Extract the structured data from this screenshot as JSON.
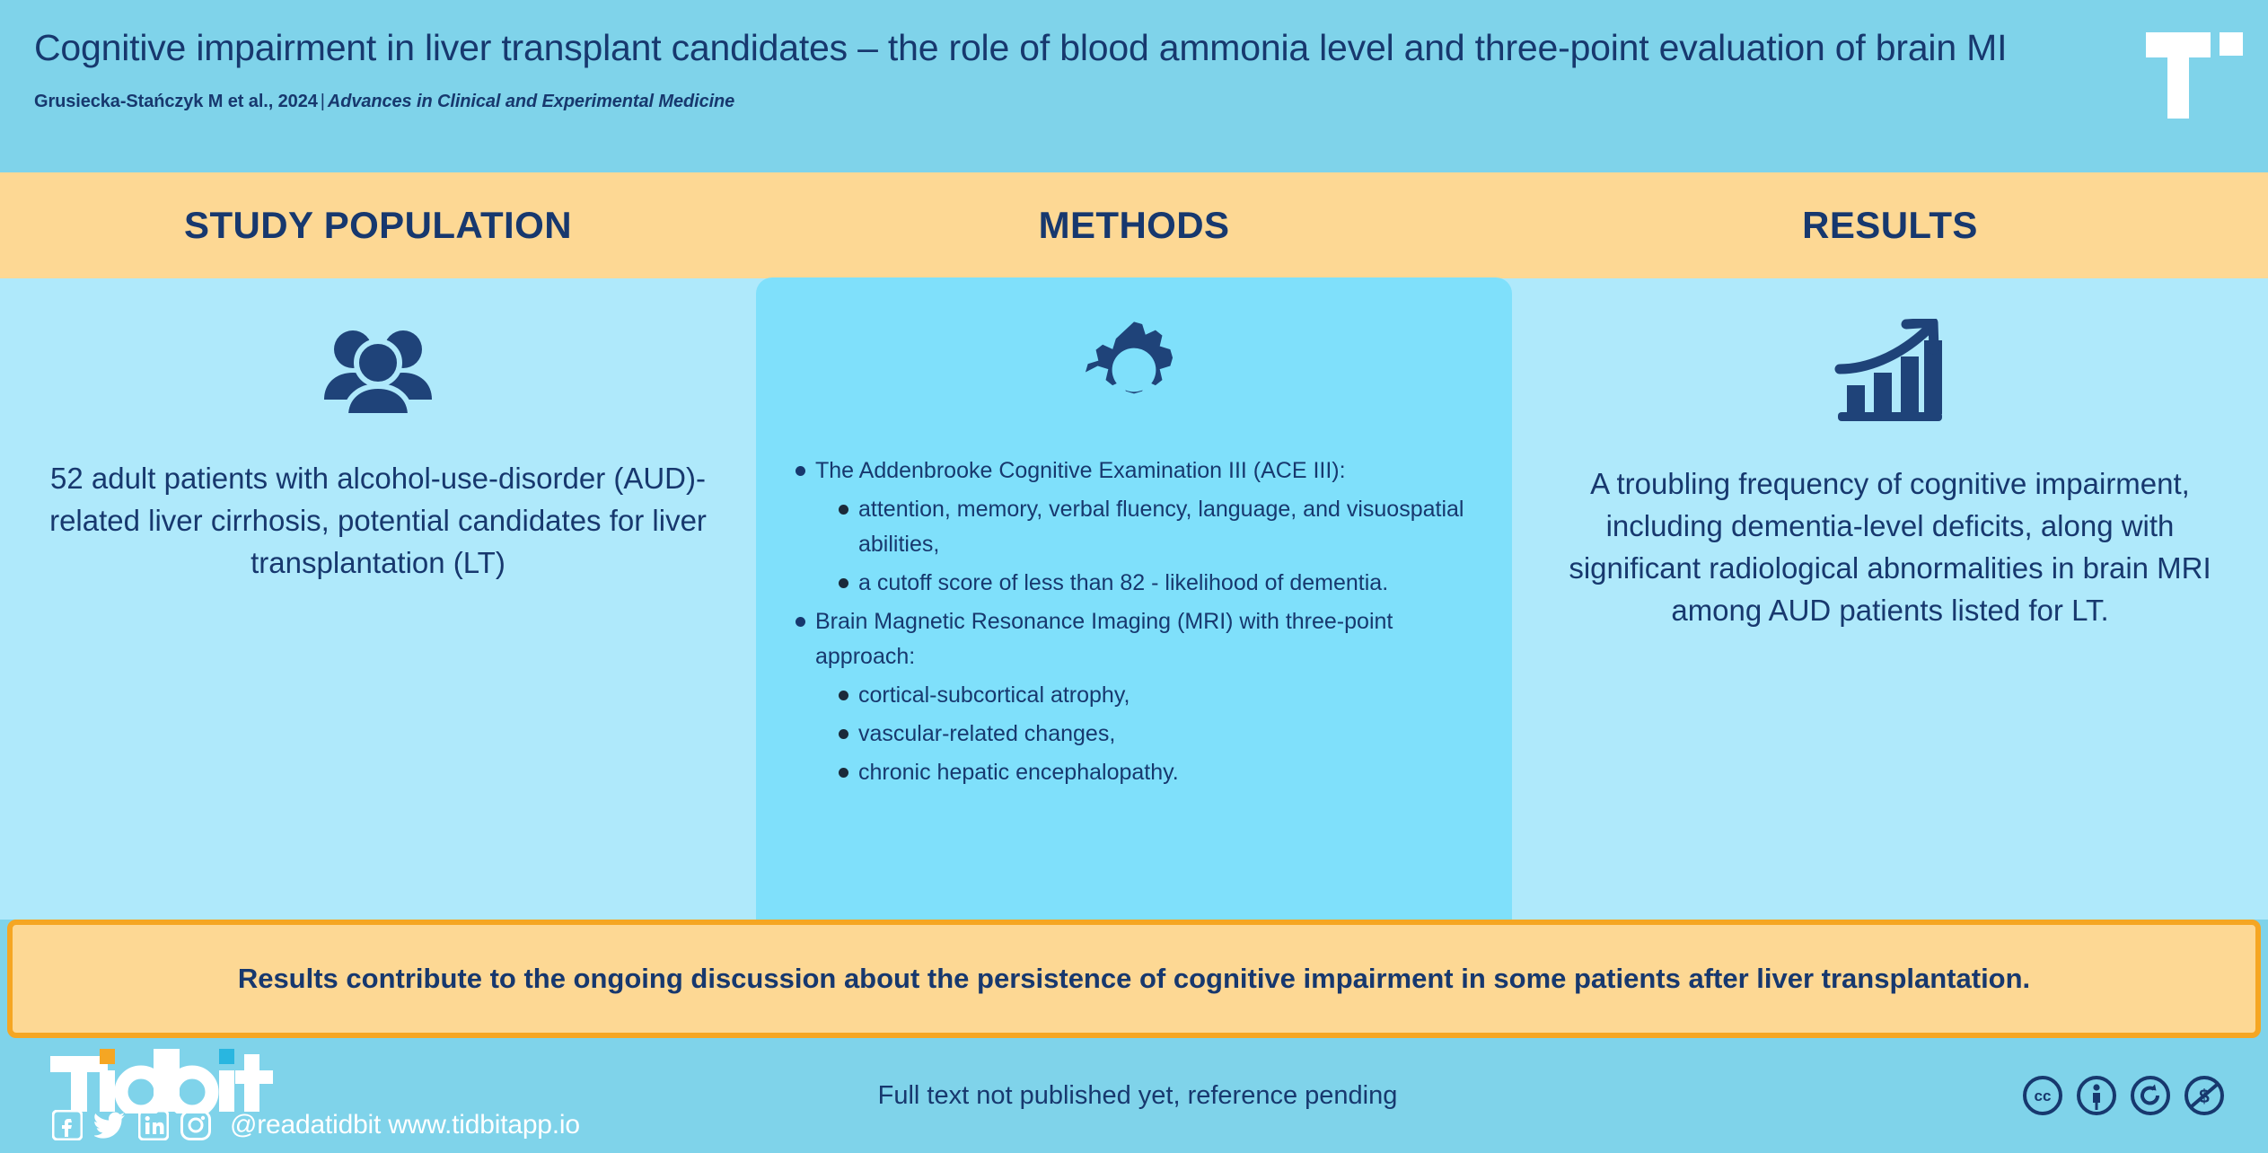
{
  "header": {
    "title": "Cognitive impairment in liver transplant candidates – the role of blood ammonia level and three-point evaluation of brain MI",
    "authors": "Grusiecka-Stańczyk M et al., 2024",
    "separator": "|",
    "journal": "Advances in Clinical and Experimental Medicine",
    "brand_icon": "tidbit-t-logomark"
  },
  "sections": {
    "population_title": "STUDY POPULATION",
    "methods_title": "METHODS",
    "results_title": "RESULTS"
  },
  "population": {
    "icon": "people-group-icon",
    "text": "52 adult patients with alcohol-use-disorder (AUD)-related liver cirrhosis, potential candidates for liver transplantation (LT)"
  },
  "methods": {
    "icon": "gear-icon",
    "bullets": [
      {
        "level": 1,
        "text": "The Addenbrooke Cognitive Examination III (ACE III):"
      },
      {
        "level": 2,
        "text": "attention, memory, verbal fluency, language, and visuospatial abilities,"
      },
      {
        "level": 2,
        "text": "a cutoff score of less than 82 - likelihood of dementia."
      },
      {
        "level": 1,
        "text": "Brain Magnetic Resonance Imaging (MRI) with three-point approach:"
      },
      {
        "level": 2,
        "text": "cortical-subcortical atrophy,"
      },
      {
        "level": 2,
        "text": "vascular-related changes,"
      },
      {
        "level": 2,
        "text": "chronic hepatic encephalopathy."
      }
    ]
  },
  "results": {
    "icon": "growth-chart-icon",
    "text": "A troubling frequency of cognitive impairment, including dementia-level deficits, along with significant radiological abnormalities in brain MRI among AUD patients listed for LT."
  },
  "conclusion": {
    "text": "Results contribute to the ongoing discussion about the persistence of cognitive impairment in some patients after liver transplantation."
  },
  "footer": {
    "logo_text": "Tidbit",
    "handle": "@readatidbit www.tidbitapp.io",
    "reference": "Full text not published yet, reference pending",
    "social_icons": [
      "facebook-icon",
      "twitter-icon",
      "linkedin-icon",
      "instagram-icon"
    ],
    "license_icons": [
      "creative-commons-icon",
      "cc-by-attribution-icon",
      "cc-sa-sharealike-icon",
      "cc-nc-noncommercial-icon"
    ]
  },
  "colors": {
    "sky": "#7FD3EA",
    "pale_blue": "#AFE9FB",
    "bright_blue": "#7FE0FB",
    "peach": "#FDD894",
    "orange": "#F5A623",
    "navy": "#17386E"
  }
}
